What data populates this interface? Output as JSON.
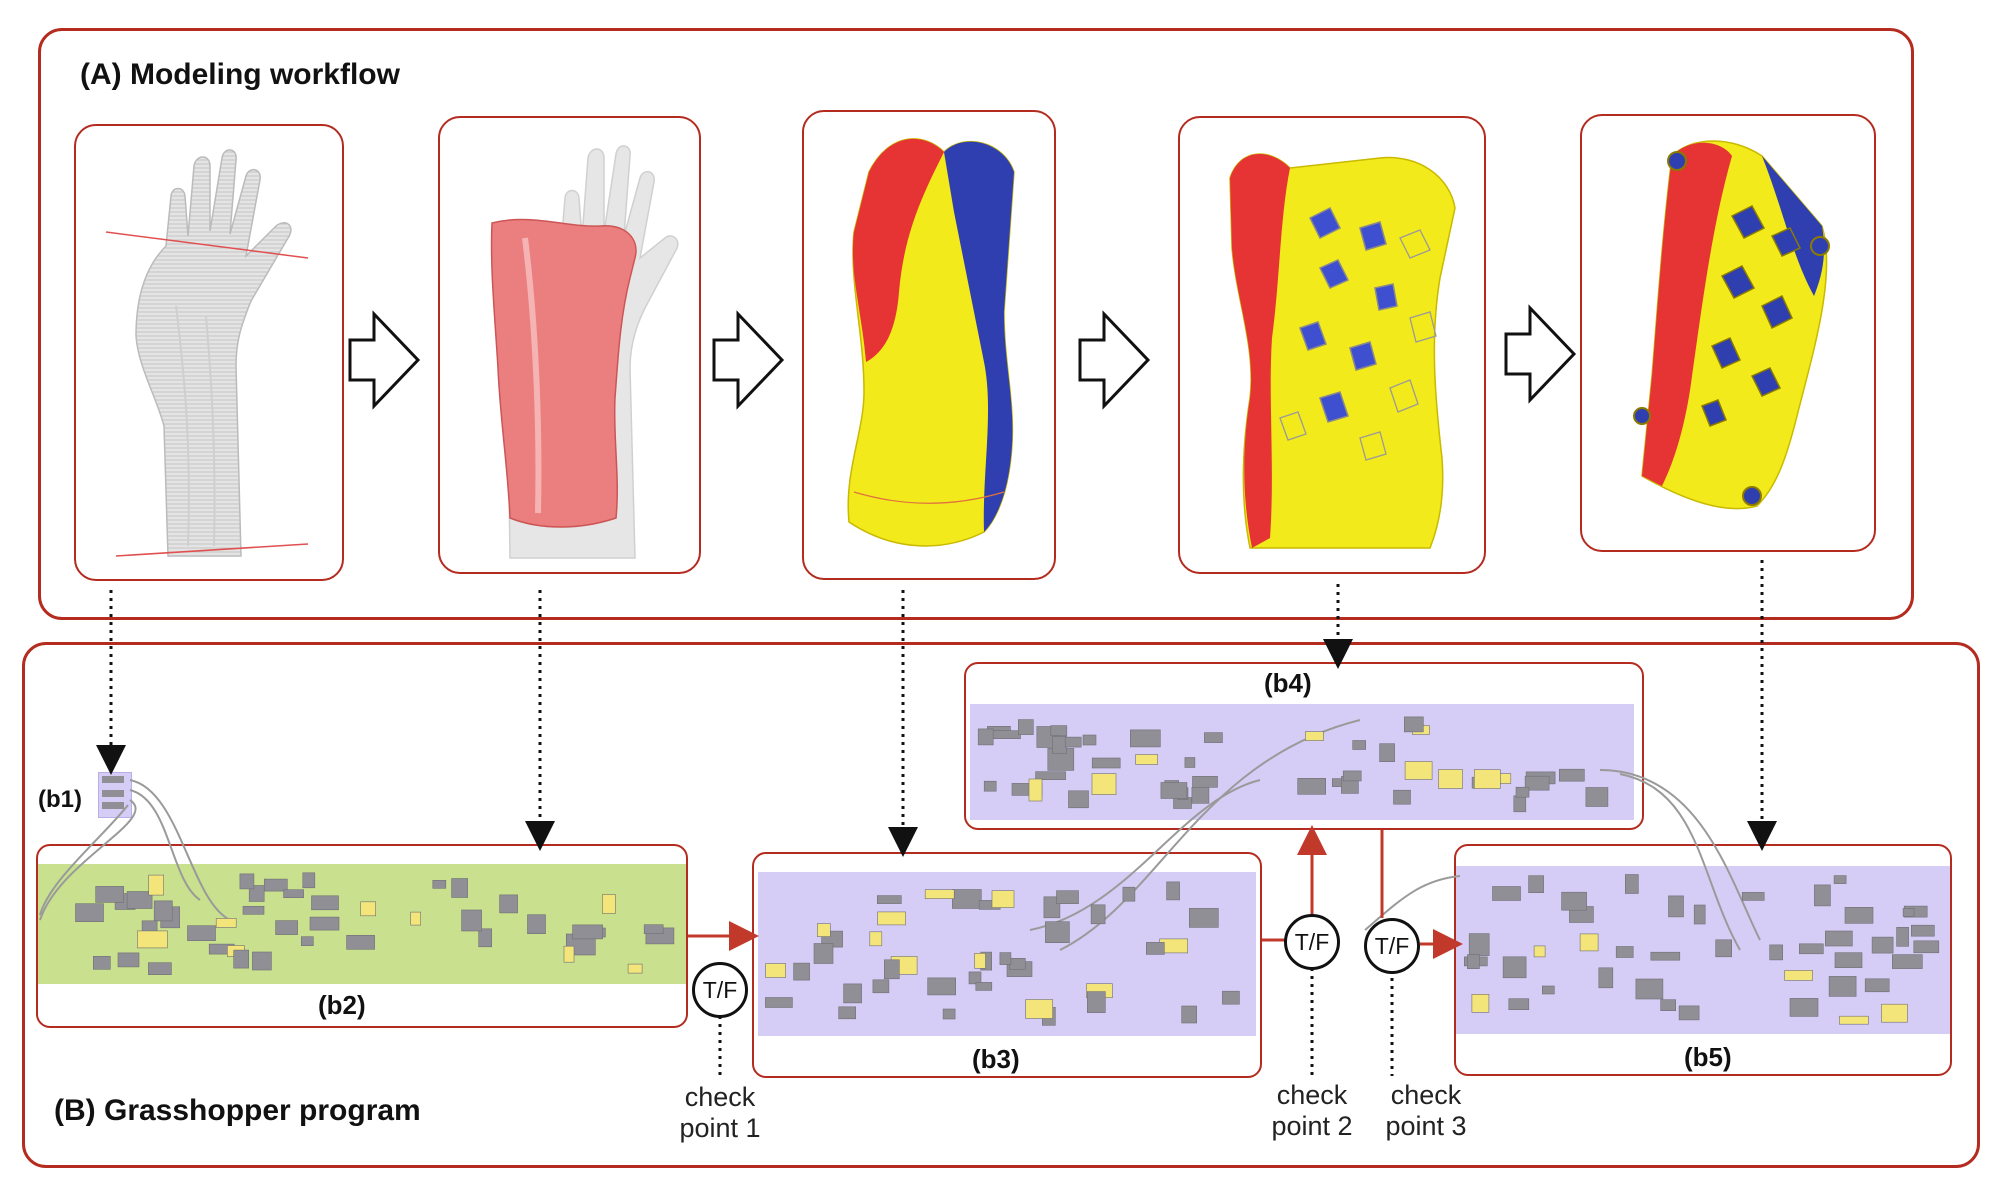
{
  "section_a": {
    "title": "(A) Modeling workflow"
  },
  "section_b": {
    "title": "(B) Grasshopper program"
  },
  "labels": {
    "b1": "(b1)",
    "b2": "(b2)",
    "b3": "(b3)",
    "b4": "(b4)",
    "b5": "(b5)"
  },
  "toggle_label": "T/F",
  "checkpoints": [
    {
      "line1": "check",
      "line2": "point 1"
    },
    {
      "line1": "check",
      "line2": "point 2"
    },
    {
      "line1": "check",
      "line2": "point 3"
    }
  ],
  "colors": {
    "frame_red": "#b42b1f",
    "splint_red": "#e63434",
    "splint_yellow": "#f2ea1a",
    "splint_blue": "#2f3fb0",
    "canvas_green": "#c9e08e",
    "canvas_purple": "#d6cdf6",
    "node_gray": "#8f8f95",
    "node_yellow": "#f4e57a"
  }
}
